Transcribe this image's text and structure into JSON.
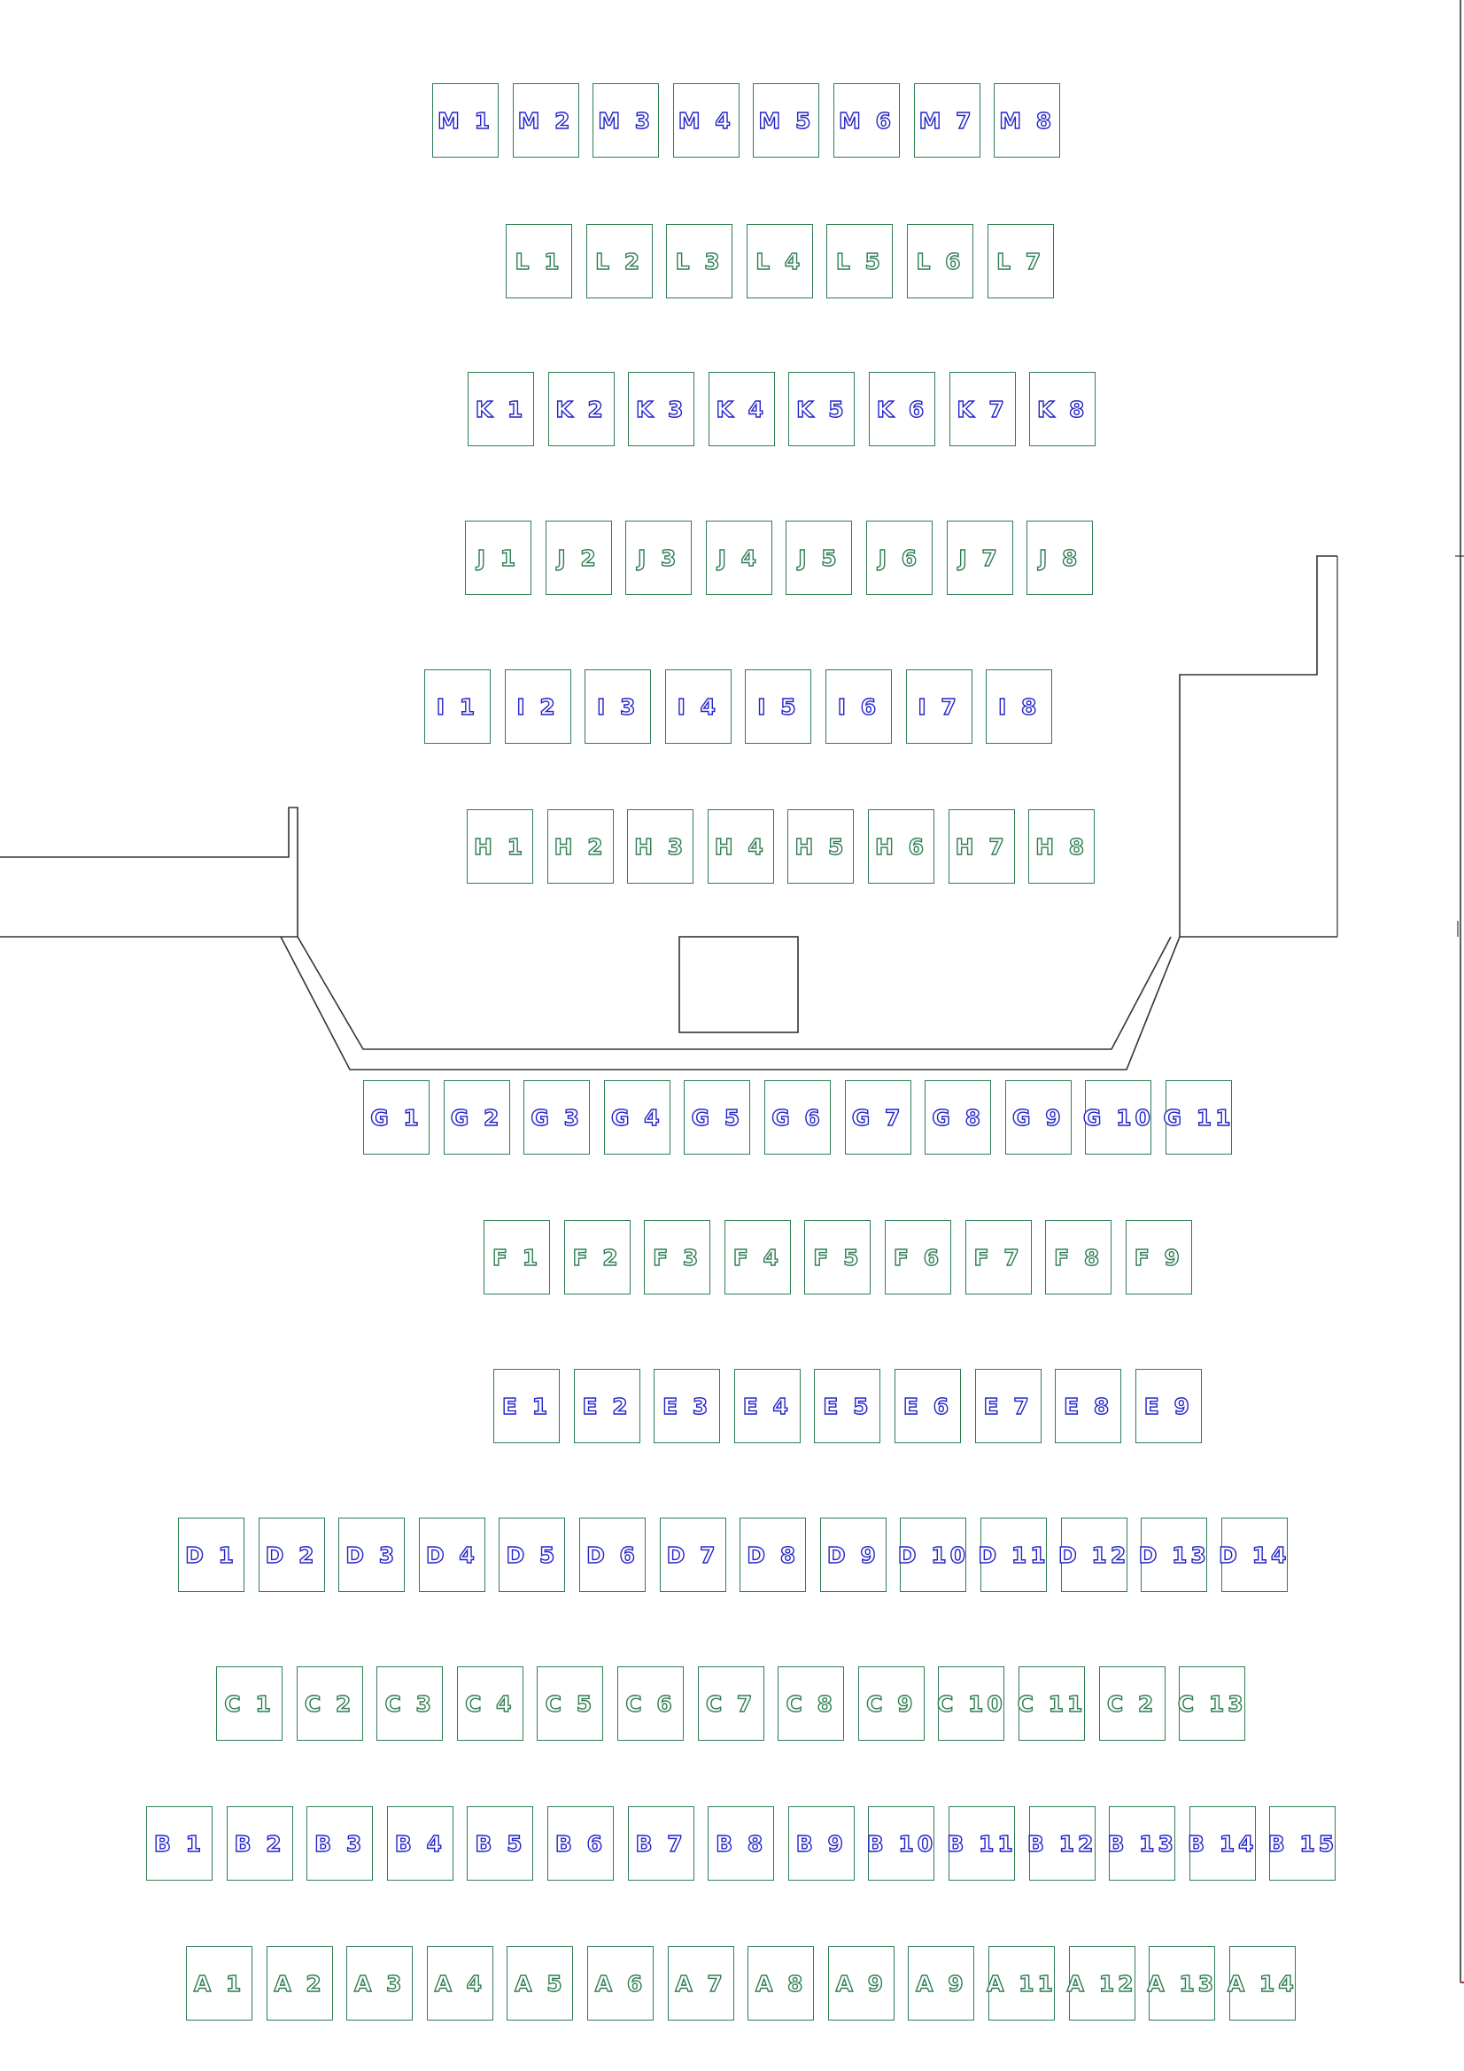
{
  "colors": {
    "blue": "#2323c8",
    "green": "#2e7d52",
    "outline": "#333333",
    "edge": "#c62828"
  },
  "rows": [
    {
      "row": "M",
      "color": "blue",
      "seats": [
        "M 1",
        "M 2",
        "M 3",
        "M 4",
        "M 5",
        "M 6",
        "M 7",
        "M 8"
      ]
    },
    {
      "row": "L",
      "color": "green",
      "seats": [
        "L 1",
        "L 2",
        "L 3",
        "L 4",
        "L 5",
        "L 6",
        "L 7"
      ]
    },
    {
      "row": "K",
      "color": "blue",
      "seats": [
        "K 1",
        "K 2",
        "K 3",
        "K 4",
        "K 5",
        "K 6",
        "K 7",
        "K 8"
      ]
    },
    {
      "row": "J",
      "color": "green",
      "seats": [
        "J 1",
        "J 2",
        "J 3",
        "J 4",
        "J 5",
        "J 6",
        "J 7",
        "J 8"
      ]
    },
    {
      "row": "I",
      "color": "blue",
      "seats": [
        "I 1",
        "I 2",
        "I 3",
        "I 4",
        "I 5",
        "I 6",
        "I 7",
        "I 8"
      ]
    },
    {
      "row": "H",
      "color": "green",
      "seats": [
        "H 1",
        "H 2",
        "H 3",
        "H 4",
        "H 5",
        "H 6",
        "H 7",
        "H 8"
      ]
    },
    {
      "row": "G",
      "color": "blue",
      "seats": [
        "G 1",
        "G 2",
        "G 3",
        "G 4",
        "G 5",
        "G 6",
        "G 7",
        "G 8",
        "G 9",
        "G 10",
        "G 11"
      ]
    },
    {
      "row": "F",
      "color": "green",
      "seats": [
        "F 1",
        "F 2",
        "F 3",
        "F 4",
        "F 5",
        "F 6",
        "F 7",
        "F 8",
        "F 9"
      ]
    },
    {
      "row": "E",
      "color": "blue",
      "seats": [
        "E 1",
        "E 2",
        "E 3",
        "E 4",
        "E 5",
        "E 6",
        "E 7",
        "E 8",
        "E 9"
      ]
    },
    {
      "row": "D",
      "color": "blue",
      "seats": [
        "D 1",
        "D 2",
        "D 3",
        "D 4",
        "D 5",
        "D 6",
        "D 7",
        "D 8",
        "D 9",
        "D 10",
        "D 11",
        "D 12",
        "D 13",
        "D 14"
      ]
    },
    {
      "row": "C",
      "color": "green",
      "seats": [
        "C 1",
        "C 2",
        "C 3",
        "C 4",
        "C 5",
        "C 6",
        "C 7",
        "C 8",
        "C 9",
        "C 10",
        "C 11",
        "C 2",
        "C 13"
      ]
    },
    {
      "row": "B",
      "color": "blue",
      "seats": [
        "B 1",
        "B 2",
        "B 3",
        "B 4",
        "B 5",
        "B 6",
        "B 7",
        "B 8",
        "B 9",
        "B 10",
        "B 11",
        "B 12",
        "B 13",
        "B 14",
        "B 15"
      ]
    },
    {
      "row": "A",
      "color": "green",
      "seats": [
        "A 1",
        "A 2",
        "A 3",
        "A 4",
        "A 5",
        "A 6",
        "A 7",
        "A 8",
        "A 9",
        "A 9",
        "A 11",
        "A 12",
        "A 13",
        "A 14"
      ]
    }
  ]
}
